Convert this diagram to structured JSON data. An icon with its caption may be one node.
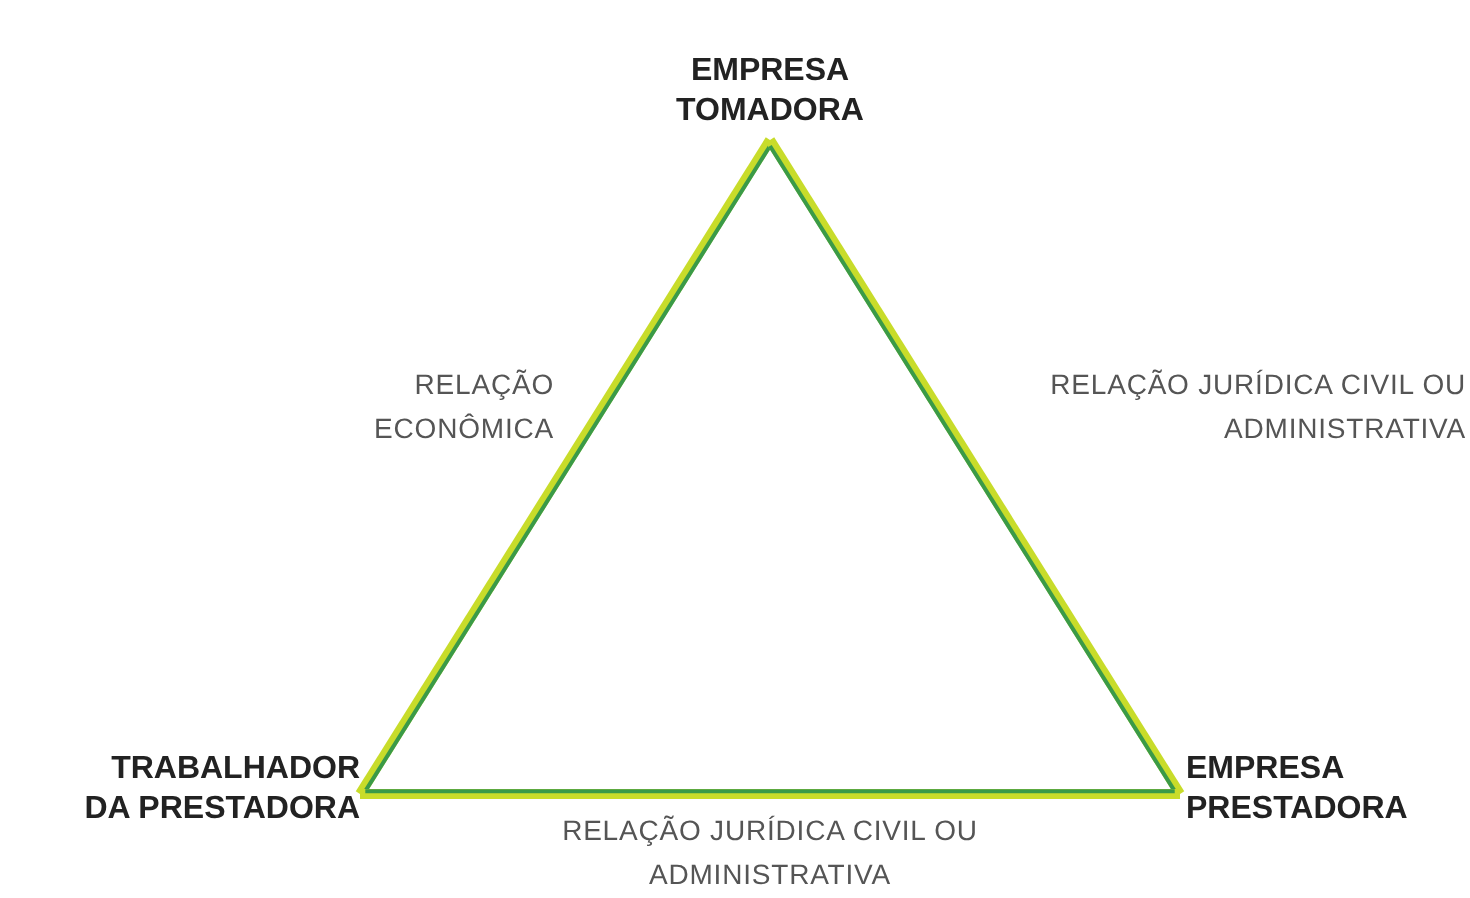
{
  "diagram": {
    "nodes": [
      {
        "text": [
          "EMPRESA TOMADORA"
        ]
      },
      {
        "text": [
          "TRABALHADOR DA PRESTADORA"
        ]
      },
      {
        "text": [
          "EMPRESA PRESTADORA"
        ]
      }
    ],
    "edges": [
      {
        "from": 0,
        "to": 1,
        "arrow": "none",
        "label": "RELAÇÃO ECONÔMICA"
      },
      {
        "from": 0,
        "to": 2,
        "arrow": "none",
        "label": "RELAÇÃO JURÍDICA CIVIL OU ADMINISTRATIVA"
      },
      {
        "from": 1,
        "to": 2,
        "arrow": "none",
        "label": "RELAÇÃO JURÍDICA CIVIL OU ADMINISTRATIVA"
      }
    ]
  }
}
